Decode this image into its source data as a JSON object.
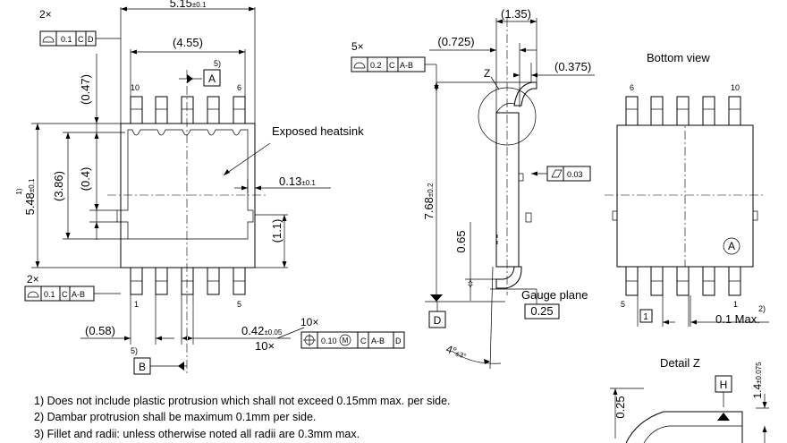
{
  "top_view": {
    "width_dim": "5.15",
    "width_tol": "±0.1",
    "lead_span_dim": "(4.55)",
    "height_dim": "5.48",
    "height_tol": "±0.1",
    "height_note": "1)",
    "left_dim_047": "(0.47)",
    "left_dim_386": "(3.86)",
    "left_dim_04": "(0.4)",
    "right_dim_11": "(1.1)",
    "heatsink_label": "Exposed heatsink",
    "offset_dim": "0.13",
    "offset_tol": "±0.1",
    "pitch_dim": "(0.58)",
    "lead_width_dim": "0.42",
    "lead_width_tol": "±0.05",
    "lead_count": "10×",
    "pin_labels": {
      "p10": "10",
      "p6": "6",
      "p1": "1",
      "p5": "5"
    },
    "datum_a": "A",
    "datum_a_note": "5)",
    "datum_b": "B",
    "datum_b_note": "5)",
    "fcf_top_count": "2×",
    "fcf_top_value": "0.1",
    "fcf_top_ref1": "C",
    "fcf_top_ref2": "D",
    "fcf_left_count": "2×",
    "fcf_left_value": "0.1",
    "fcf_left_ref1": "C",
    "fcf_left_ref2": "A-B",
    "fcf_pos_count": "10×",
    "fcf_pos_value": "0.10",
    "fcf_pos_mod": "M",
    "fcf_pos_ref1": "C",
    "fcf_pos_ref2": "A-B",
    "fcf_pos_ref3": "D"
  },
  "side_view": {
    "dim_135": "(1.35)",
    "dim_0725": "(0.725)",
    "dim_0375": "(0.375)",
    "fcf_count": "5×",
    "fcf_value": "0.2",
    "fcf_ref1": "C",
    "fcf_ref2": "A-B",
    "detail_z_ref": "Z",
    "flat_value": "0.03",
    "height_dim": "7.68",
    "height_tol": "±0.2",
    "dim_065": "0.65",
    "gauge_label": "Gauge plane",
    "gauge_value": "0.25",
    "datum_d": "D",
    "angle": "4°",
    "angle_tol": "±3°"
  },
  "bottom_view": {
    "title": "Bottom view",
    "pin_labels": {
      "p6": "6",
      "p10": "10",
      "p5": "5",
      "p1": "1"
    },
    "pin1_mark": "A",
    "box_1": "1",
    "max_dim": "0.1 Max.",
    "max_note": "2)"
  },
  "detail_z": {
    "title": "Detail Z",
    "dim_025": "0.25",
    "dim_14": "1.4",
    "dim_14_tol": "±0.075",
    "datum_h": "H"
  },
  "notes": [
    "1) Does not include plastic protrusion which shall not exceed 0.15mm max. per side.",
    "2) Dambar protrusion shall be maximum 0.1mm per side.",
    "3) Fillet and radii: unless otherwise noted all radii are 0.3mm max."
  ]
}
